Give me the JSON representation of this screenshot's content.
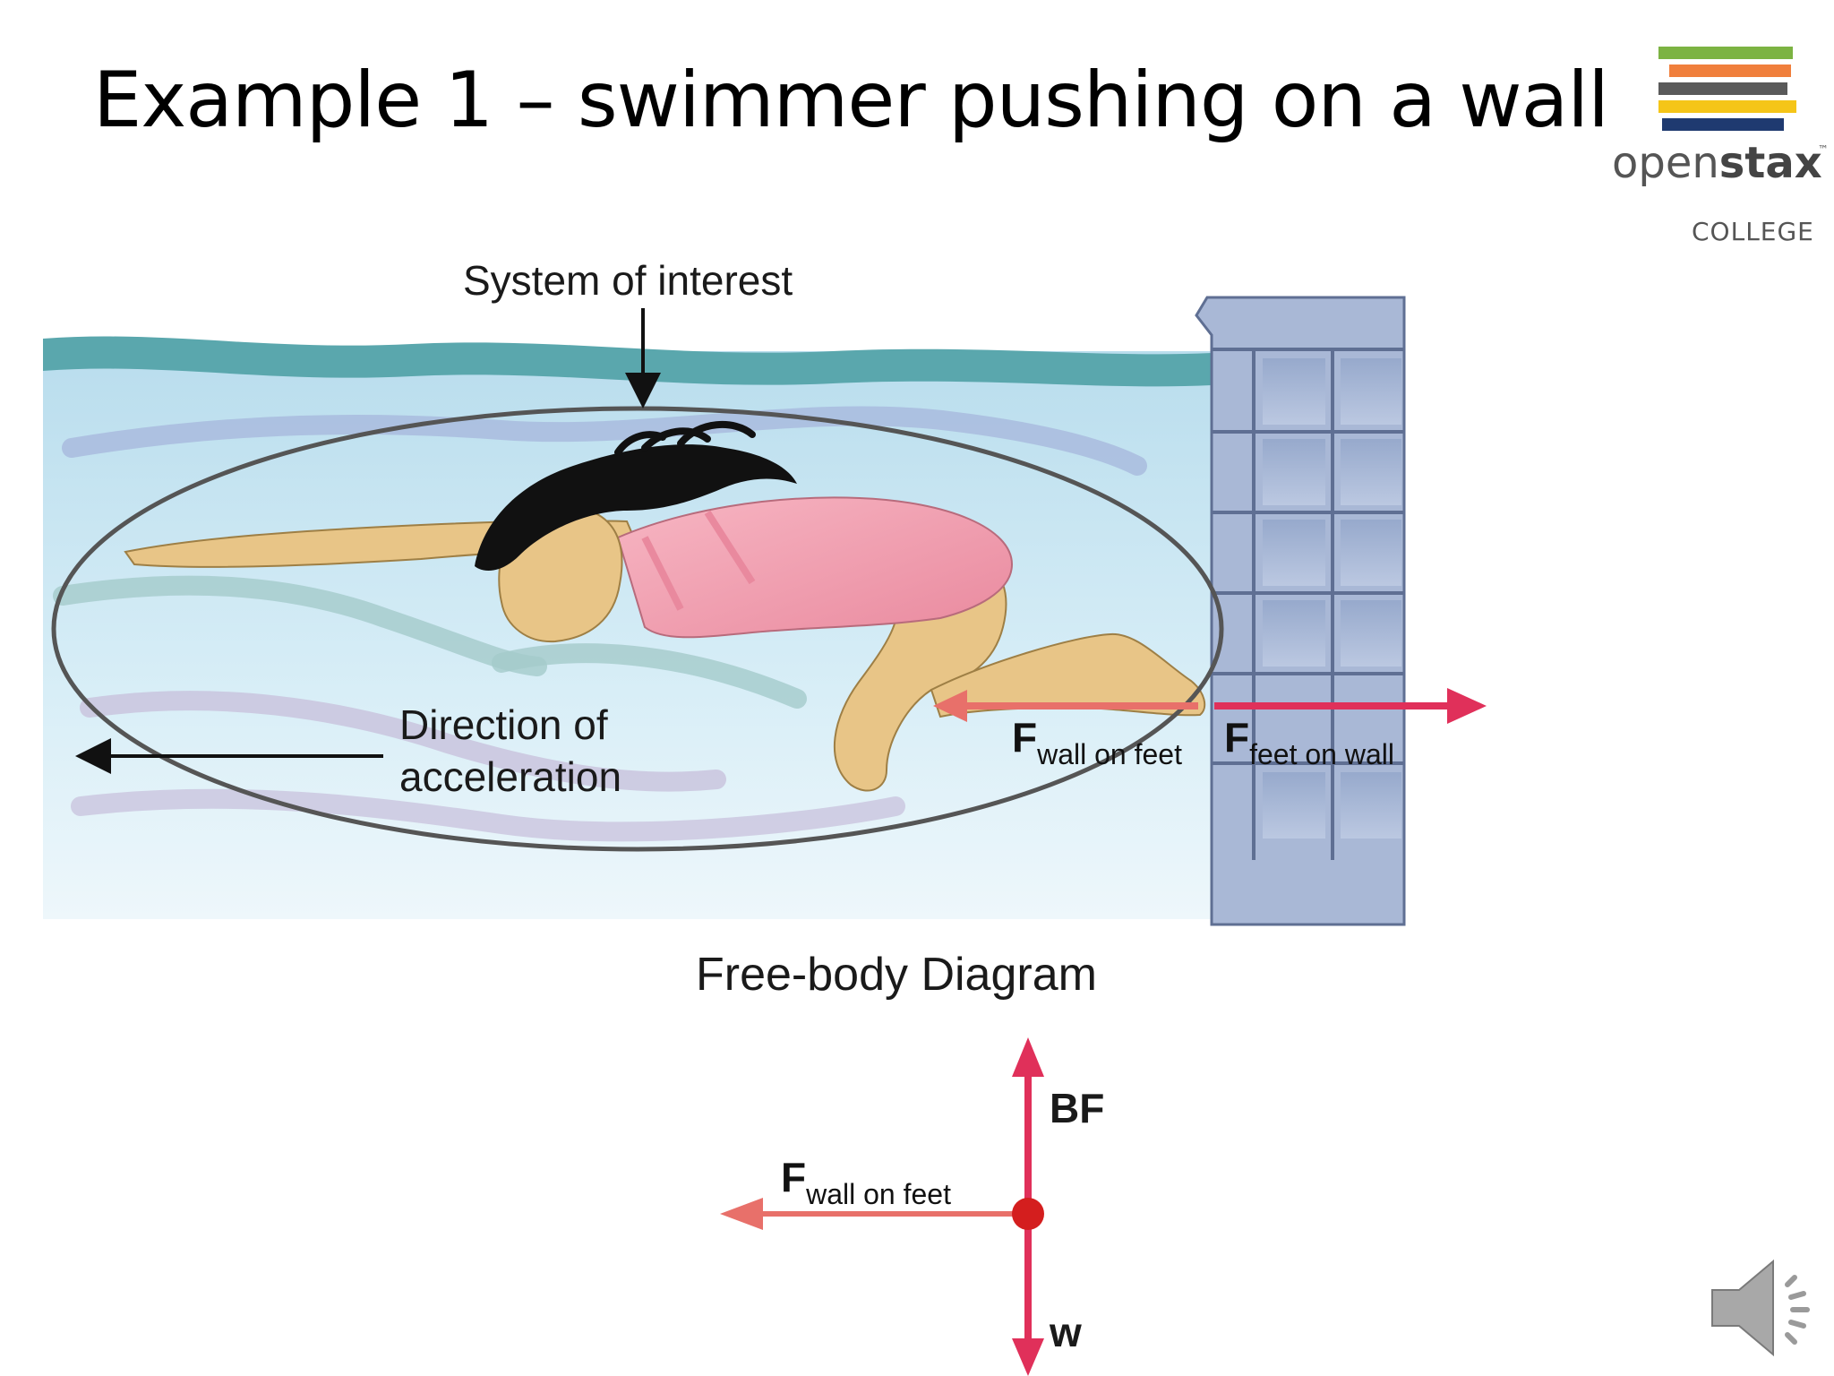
{
  "slide": {
    "title": "Example 1 – swimmer pushing on a wall"
  },
  "logo": {
    "word_light": "open",
    "word_bold": "stax",
    "trademark": "™",
    "subtitle": "COLLEGE",
    "stripe_colors": [
      "#7cb342",
      "#f07f3c",
      "#5a5a5a",
      "#f5c518",
      "#1f3a70"
    ]
  },
  "figure": {
    "system_label": "System of interest",
    "direction_label": [
      "Direction of",
      "acceleration"
    ],
    "force_wall_on_feet": {
      "symbol": "F",
      "subscript": "wall on feet"
    },
    "force_feet_on_wall": {
      "symbol": "F",
      "subscript": "feet on wall"
    },
    "fbd_title": "Free-body Diagram",
    "fbd_force_wall": {
      "symbol": "F",
      "subscript": "wall on feet"
    },
    "fbd_bf_label": "BF",
    "fbd_w_label": "w",
    "colors": {
      "water": "#cfe7f3",
      "water_surface": "#5aa7ad",
      "wall": "#a9b8d6",
      "skin": "#e8c587",
      "swimsuit": "#f3a3b3",
      "hair": "#111111",
      "force_arrow": "#e0305a",
      "force_arrow_light": "#e8706a",
      "point": "#d41e1e"
    }
  },
  "audio": {
    "icon": "speaker-icon"
  }
}
